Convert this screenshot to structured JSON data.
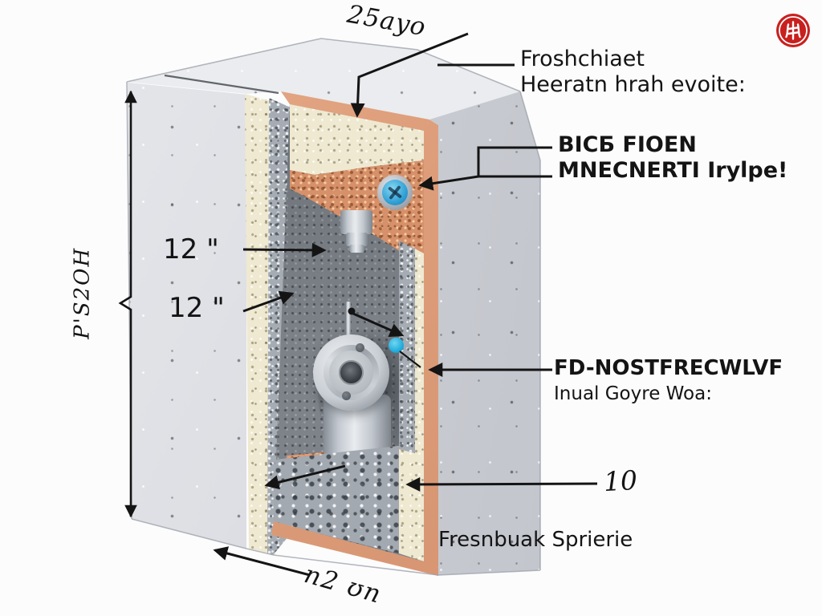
{
  "diagram": {
    "description": "cutaway-wall-section-with-valve",
    "colors": {
      "concrete_light": "#dadce1",
      "concrete_face": "#c6c9cf",
      "insulation_cream": "#efe9d2",
      "gravel_gray": "#a6acb3",
      "terracotta_frame": "#dd9c79",
      "foam_orange": "#d6916a",
      "cavity_gray": "#7d8389",
      "valve_metal": "#c3c9d0",
      "screw_blue": "#2fa9dc",
      "dot_blue": "#2ab5e2",
      "line_black": "#141414",
      "logo_red": "#c8201f"
    }
  },
  "labels": {
    "top_dim": "25ayo",
    "note1_line1": "Froshchiaet",
    "note1_line2": "Heeratn hrah evoite:",
    "callout1_line1": "BICБ FIOEN",
    "callout1_line2": "MNECNERTI Irylpe!",
    "dim_12_a": "12 \"",
    "dim_12_b": "12 \"",
    "side_dim": "P'S2OH",
    "callout2_line1": "FD-NOSTFRECWLVF",
    "callout2_line2": "Inual Goyre Woa:",
    "dim_10": "10",
    "caption_bottom": "Fresnbuak Sprierie",
    "bottom_dim": "n2 ʊn"
  },
  "icons": {
    "logo": "red-seal-stamp"
  }
}
